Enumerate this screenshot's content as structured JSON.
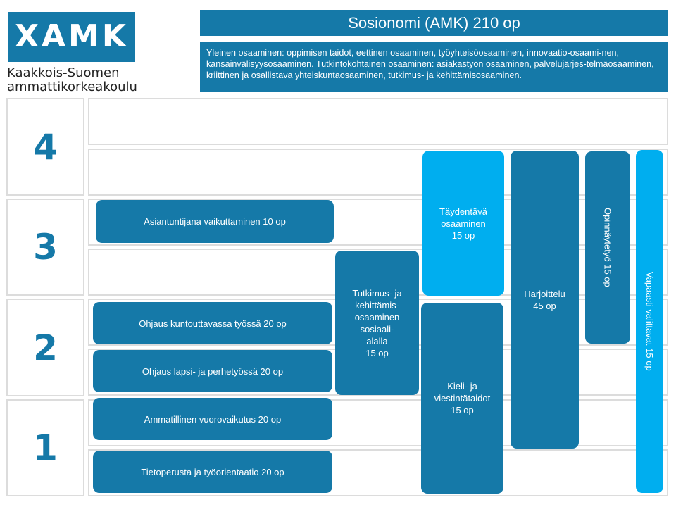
{
  "logo": {
    "wordmark": "XAMK",
    "line1": "Kaakkois-Suomen",
    "line2": "ammattikorkeakoulu"
  },
  "title": "Sosionomi (AMK) 210 op",
  "description": "Yleinen osaaminen: oppimisen taidot, eettinen osaaminen, työyhteisöosaaminen, innovaatio-osaami-nen, kansainvälisyysosaaminen. Tutkintokohtainen osaaminen: asiakastyön osaaminen, palvelujärjes-telmäosaaminen, kriittinen ja osallistava yhteiskuntaosaaminen, tutkimus- ja kehittämisosaaminen.",
  "levels": [
    "4",
    "3",
    "2",
    "1"
  ],
  "courses": {
    "asiantuntijana": "Asiantuntijana vaikuttaminen 10 op",
    "ohjaus_kuntouttava": "Ohjaus kuntouttavassa työssä 20 op",
    "ohjaus_lapsi": "Ohjaus lapsi- ja perhetyössä 20 op",
    "vuorovaikutus": "Ammatillinen vuorovaikutus 20 op",
    "tietoperusta": "Tietoperusta ja työorientaatio 20 op",
    "tutkimus": "Tutkimus- ja\nkehittämis-\nosaaminen\nsosiaali-\nalalla\n15 op",
    "taydentava": "Täydentävä\nosaaminen\n15 op",
    "kieli": "Kieli- ja\nviestintätaidot\n15 op",
    "harjoittelu": "Harjoittelu\n45 op",
    "opinnaytetyo": "Opinnäytetyö 15 op",
    "vapaasti": "Vapaasti valittavat  15 op"
  },
  "colors": {
    "primary": "#1579a8",
    "accent": "#00aeef",
    "border": "#dcdcdc"
  }
}
